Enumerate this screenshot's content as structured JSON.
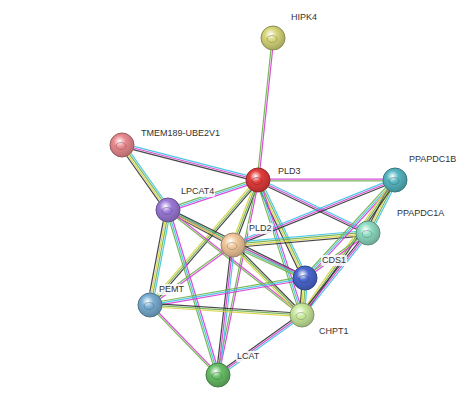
{
  "diagram": {
    "nodes": [
      {
        "text": [
          "HIPK4"
        ]
      },
      {
        "text": [
          "TMEM189-UBE2V1"
        ]
      },
      {
        "text": [
          "PLD3"
        ]
      },
      {
        "text": [
          "PPAPDC1B"
        ]
      },
      {
        "text": [
          "LPCAT4"
        ]
      },
      {
        "text": [
          "PPAPDC1A"
        ]
      },
      {
        "text": [
          "PLD2"
        ]
      },
      {
        "text": [
          "CDS1"
        ]
      },
      {
        "text": [
          "PEMT"
        ]
      },
      {
        "text": [
          "CHPT1"
        ]
      },
      {
        "text": [
          "LCAT"
        ]
      }
    ],
    "edges": [
      {
        "from": 0,
        "to": 2,
        "arrow": "none"
      },
      {
        "from": 1,
        "to": 2,
        "arrow": "none"
      },
      {
        "from": 1,
        "to": 4,
        "arrow": "none"
      },
      {
        "from": 2,
        "to": 4,
        "arrow": "none"
      },
      {
        "from": 2,
        "to": 6,
        "arrow": "none"
      },
      {
        "from": 2,
        "to": 3,
        "arrow": "none"
      },
      {
        "from": 2,
        "to": 5,
        "arrow": "none"
      },
      {
        "from": 2,
        "to": 7,
        "arrow": "none"
      },
      {
        "from": 2,
        "to": 9,
        "arrow": "none"
      },
      {
        "from": 2,
        "to": 8,
        "arrow": "none"
      },
      {
        "from": 2,
        "to": 10,
        "arrow": "none"
      },
      {
        "from": 4,
        "to": 6,
        "arrow": "none"
      },
      {
        "from": 4,
        "to": 8,
        "arrow": "none"
      },
      {
        "from": 4,
        "to": 10,
        "arrow": "none"
      },
      {
        "from": 4,
        "to": 7,
        "arrow": "none"
      },
      {
        "from": 4,
        "to": 9,
        "arrow": "none"
      },
      {
        "from": 6,
        "to": 3,
        "arrow": "none"
      },
      {
        "from": 6,
        "to": 5,
        "arrow": "none"
      },
      {
        "from": 6,
        "to": 7,
        "arrow": "none"
      },
      {
        "from": 6,
        "to": 9,
        "arrow": "none"
      },
      {
        "from": 6,
        "to": 8,
        "arrow": "none"
      },
      {
        "from": 6,
        "to": 10,
        "arrow": "none"
      },
      {
        "from": 3,
        "to": 5,
        "arrow": "none"
      },
      {
        "from": 3,
        "to": 7,
        "arrow": "none"
      },
      {
        "from": 3,
        "to": 9,
        "arrow": "none"
      },
      {
        "from": 5,
        "to": 7,
        "arrow": "none"
      },
      {
        "from": 5,
        "to": 9,
        "arrow": "none"
      },
      {
        "from": 7,
        "to": 9,
        "arrow": "none"
      },
      {
        "from": 7,
        "to": 8,
        "arrow": "none"
      },
      {
        "from": 8,
        "to": 9,
        "arrow": "none"
      },
      {
        "from": 8,
        "to": 10,
        "arrow": "none"
      },
      {
        "from": 9,
        "to": 10,
        "arrow": "none"
      }
    ]
  }
}
